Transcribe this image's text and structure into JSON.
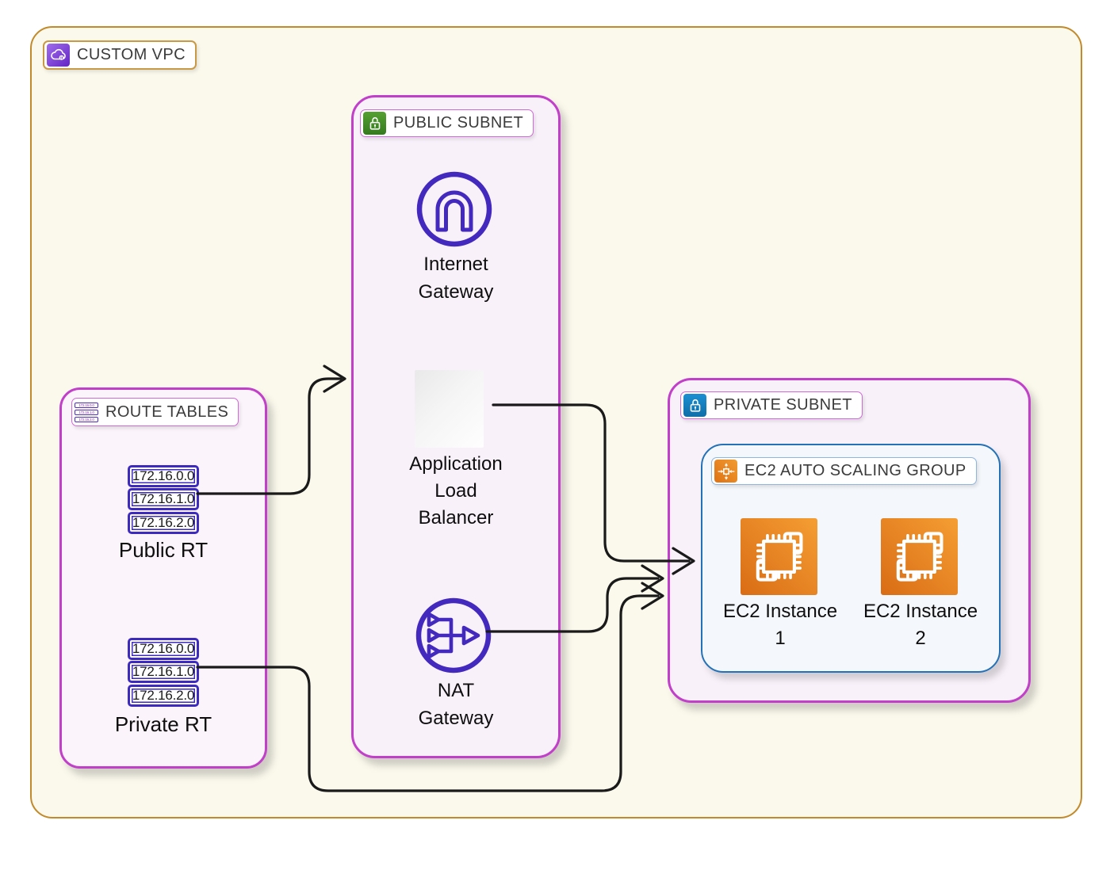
{
  "colors": {
    "vpc-border": "#C28A2A",
    "vpc-fill": "#FBF9EC",
    "subnet-border": "#C13FC9",
    "subnet-fill": "#F9F1FA",
    "rt-fill": "#FCF4FB",
    "indigo": "#4329BE",
    "route-box-border": "#3D2BBF",
    "green": "#3F8624",
    "blue": "#1583C4",
    "asg-border": "#2372B8",
    "asg-fill": "#F4F7FB",
    "orange-dark": "#D96C15",
    "orange-light": "#F59E33",
    "arrow": "#1A1A1A",
    "text": "#0E0E0E",
    "label-text": "#3B3B3B"
  },
  "icons": {
    "vpc": "cloud-lock-icon",
    "public_subnet": "unlocked-padlock-icon",
    "private_subnet": "locked-padlock-icon",
    "route_tables": "stacked-route-entries-icon",
    "internet_gateway": "arch-in-circle-icon",
    "nat_gateway": "merge-arrows-in-circle-icon",
    "auto_scaling": "expand-arrows-square-icon",
    "ec2": "chip-with-instances-icon"
  },
  "vpc": {
    "label": "CUSTOM VPC"
  },
  "route_tables": {
    "label": "ROUTE TABLES",
    "public": {
      "title": "Public RT",
      "routes": [
        "172.16.0.0",
        "172.16.1.0",
        "172.16.2.0"
      ]
    },
    "private": {
      "title": "Private RT",
      "routes": [
        "172.16.0.0",
        "172.16.1.0",
        "172.16.2.0"
      ]
    }
  },
  "public_subnet": {
    "label": "PUBLIC SUBNET",
    "internet_gateway": {
      "label_line1": "Internet",
      "label_line2": "Gateway"
    },
    "load_balancer": {
      "label_line1": "Application",
      "label_line2": "Load",
      "label_line3": "Balancer"
    },
    "nat_gateway": {
      "label_line1": "NAT",
      "label_line2": "Gateway"
    }
  },
  "private_subnet": {
    "label": "PRIVATE SUBNET",
    "auto_scaling_group": {
      "label": "EC2 AUTO SCALING GROUP",
      "instances": [
        {
          "name": "EC2 Instance",
          "number": "1"
        },
        {
          "name": "EC2 Instance",
          "number": "2"
        }
      ]
    }
  }
}
